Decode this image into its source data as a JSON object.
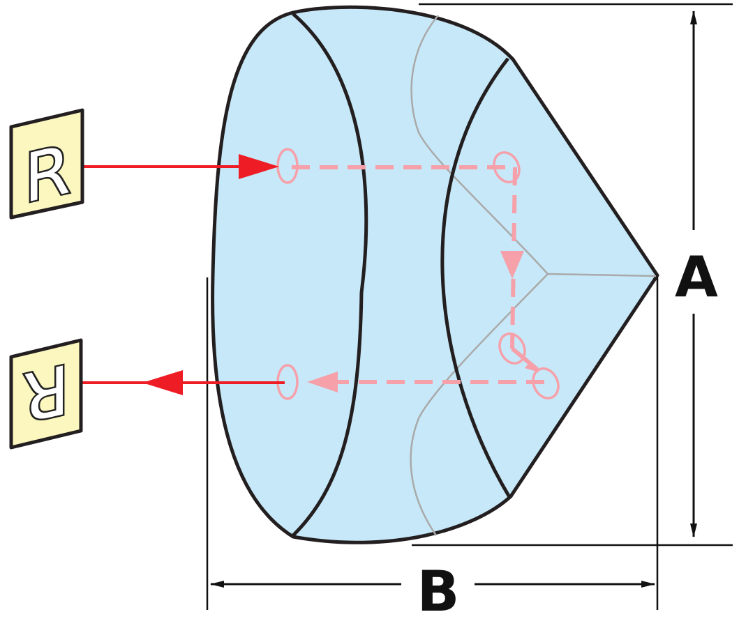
{
  "labels": {
    "dimension_a": "A",
    "dimension_b": "B",
    "input_letter": "R",
    "output_letter": "R"
  },
  "colors": {
    "glass_fill": "#c7e8f8",
    "outline": "#231f20",
    "inner_edge": "#a9a9a9",
    "beam": "#ee1c25",
    "beam_internal": "#f6a0aa",
    "card_fill": "#fbf7bf",
    "dimension_line": "#111111"
  }
}
